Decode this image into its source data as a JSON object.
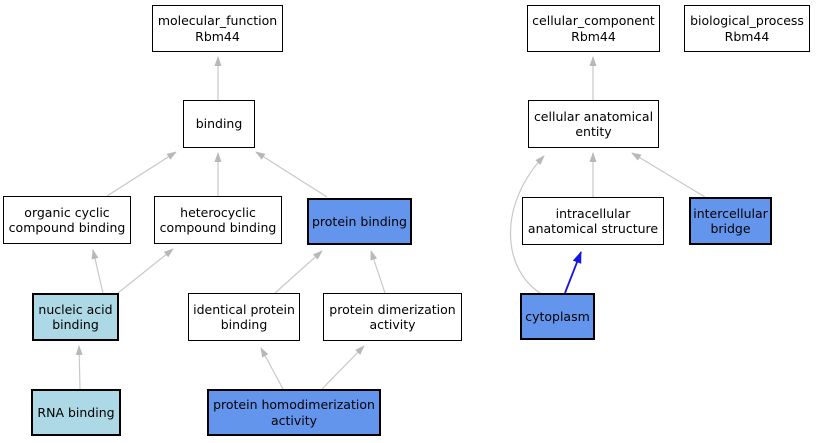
{
  "colors": {
    "background": "#ffffff",
    "node_default_fill": "#ffffff",
    "node_highlight_fill": "#6495ed",
    "node_lightblue_fill": "#add8e6",
    "node_border": "#000000",
    "edge_default": "#c8c8c8",
    "edge_arrowhead": "#b8b8b8",
    "edge_highlight": "#1414e6",
    "text": "#000000"
  },
  "nodes": {
    "mf": {
      "label": "molecular_function\nRbm44",
      "variant": "default"
    },
    "binding": {
      "label": "binding",
      "variant": "default"
    },
    "ocb": {
      "label": "organic cyclic\ncompound binding",
      "variant": "default"
    },
    "hcb": {
      "label": "heterocyclic\ncompound binding",
      "variant": "default"
    },
    "pb": {
      "label": "protein binding",
      "variant": "highlight"
    },
    "nab": {
      "label": "nucleic acid\nbinding",
      "variant": "light"
    },
    "ipb": {
      "label": "identical protein\nbinding",
      "variant": "default"
    },
    "pda": {
      "label": "protein dimerization\nactivity",
      "variant": "default"
    },
    "rb": {
      "label": "RNA binding",
      "variant": "light"
    },
    "pha": {
      "label": "protein homodimerization\nactivity",
      "variant": "highlight"
    },
    "cc": {
      "label": "cellular_component\nRbm44",
      "variant": "default"
    },
    "bp": {
      "label": "biological_process\nRbm44",
      "variant": "default"
    },
    "cae": {
      "label": "cellular anatomical\nentity",
      "variant": "default"
    },
    "ias": {
      "label": "intracellular\nanatomical structure",
      "variant": "default"
    },
    "icb": {
      "label": "intercellular\nbridge",
      "variant": "highlight"
    },
    "cyt": {
      "label": "cytoplasm",
      "variant": "highlight"
    }
  },
  "edges": [
    {
      "from": "binding",
      "to": "mf",
      "type": "default"
    },
    {
      "from": "ocb",
      "to": "binding",
      "type": "default"
    },
    {
      "from": "hcb",
      "to": "binding",
      "type": "default"
    },
    {
      "from": "pb",
      "to": "binding",
      "type": "default"
    },
    {
      "from": "nab",
      "to": "ocb",
      "type": "default"
    },
    {
      "from": "nab",
      "to": "hcb",
      "type": "default"
    },
    {
      "from": "rb",
      "to": "nab",
      "type": "default"
    },
    {
      "from": "ipb",
      "to": "pb",
      "type": "default"
    },
    {
      "from": "pda",
      "to": "pb",
      "type": "default"
    },
    {
      "from": "pha",
      "to": "ipb",
      "type": "default"
    },
    {
      "from": "pha",
      "to": "pda",
      "type": "default"
    },
    {
      "from": "cae",
      "to": "cc",
      "type": "default"
    },
    {
      "from": "ias",
      "to": "cae",
      "type": "default"
    },
    {
      "from": "icb",
      "to": "cae",
      "type": "default"
    },
    {
      "from": "cyt",
      "to": "cae",
      "type": "default"
    },
    {
      "from": "cyt",
      "to": "ias",
      "type": "highlight"
    }
  ]
}
